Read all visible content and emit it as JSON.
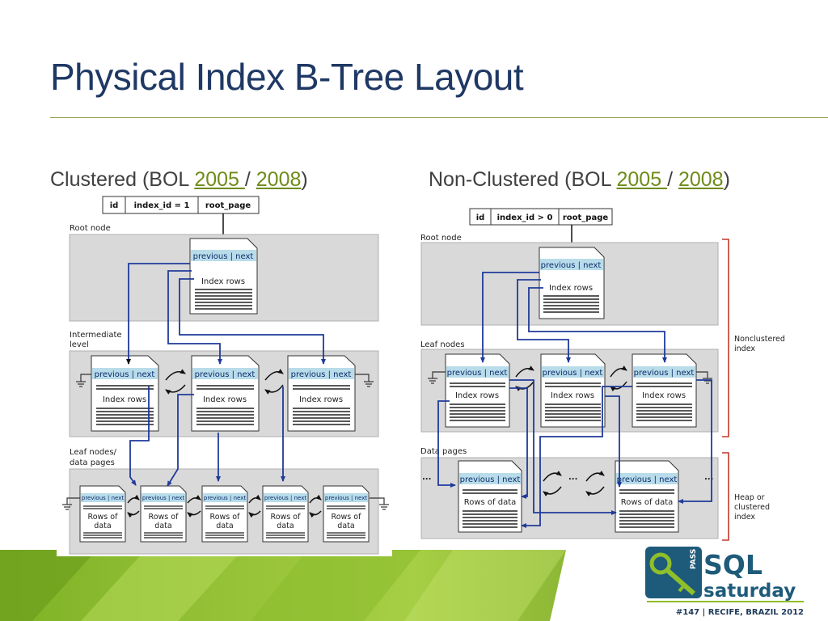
{
  "slide": {
    "title": "Physical Index B-Tree Layout"
  },
  "left_heading": {
    "prefix": "Clustered (BOL ",
    "link1": "2005 ",
    "sep": "/ ",
    "link2": "2008",
    "suffix": ")"
  },
  "right_heading": {
    "prefix": "Non-Clustered (BOL ",
    "link1": "2005 ",
    "sep": "/ ",
    "link2": "2008",
    "suffix": ")"
  },
  "clustered_diagram": {
    "key_cells": [
      "id",
      "index_id = 1",
      "root_page"
    ],
    "level_labels": [
      "Root node",
      "Intermediate",
      "level",
      "Leaf nodes/",
      "data pages"
    ],
    "page_header": "previous | next",
    "index_rows": "Index rows",
    "data_rows_line1": "Rows of",
    "data_rows_line2": "data"
  },
  "nonclustered_diagram": {
    "key_cells": [
      "id",
      "index_id > 0",
      "root_page"
    ],
    "level_labels": [
      "Root node",
      "Leaf nodes",
      "Data pages"
    ],
    "page_header": "previous | next",
    "index_rows": "Index rows",
    "data_rows": "Rows of data",
    "ellipsis": "...",
    "brace_top": [
      "Nonclustered",
      "index"
    ],
    "brace_bottom": [
      "Heap or",
      "clustered",
      "index"
    ]
  },
  "footer": {
    "logo_pass": "PASS",
    "logo_sql": "SQL",
    "logo_saturday": "saturday",
    "event": "#147 | RECIFE, BRAZIL 2012"
  },
  "colors": {
    "title": "#1f3864",
    "link": "#6e8c1a",
    "accent_green": "#8fbf2a",
    "arrow_blue": "#1f3a9a",
    "panel_gray": "#d9d9d9",
    "header_blue": "#b8dcea",
    "brace_red": "#c0392b",
    "logo_blue": "#1e5b7a"
  }
}
